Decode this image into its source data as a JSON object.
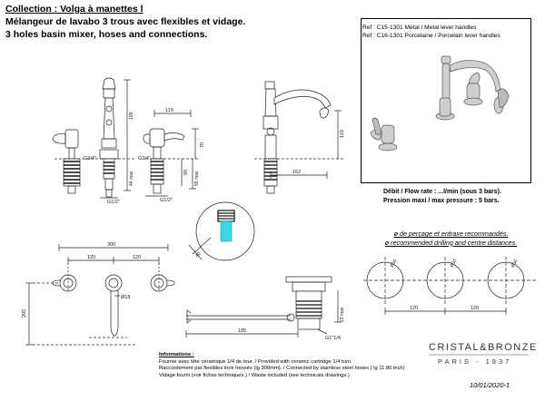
{
  "title": {
    "line1": "Collection : Volga à manettes l",
    "line2": "Mélangeur de lavabo 3 trous avec flexibles et vidage.",
    "line3": "3 holes basin mixer, hoses and connections."
  },
  "refs": {
    "ref1": "Ref : C15-1301 Métal / Metal lever handles",
    "ref2": "Ref : C16-1301 Porcelaine / Porcelain lever handles"
  },
  "flow": {
    "line1": "Débit / Flow rate : ...l/min (sous 3 bars).",
    "line2": "Pression maxi / max pressure : 5 bars."
  },
  "drilling": {
    "fr": "ø de perçage et entraxe recommandés.",
    "en": "ø recommended drilling and centre distances."
  },
  "info": {
    "heading": "Informations :",
    "line1": "Fournie avec tête céramique 1/4 de tour. / Provided with ceramic cartridge 1/4 turn.",
    "line2": "Raccordement par flexibles inox tressés (lg 300mm). / Connected by stainless steel hoses ( lg 11.80 inch)",
    "line3": "Vidage fourni (voir fiches techniques.) / Waste included (see technicals drawings.)"
  },
  "brand": {
    "name": "CRISTAL&BRONZE",
    "city": "PARIS - 1937",
    "date": "10/01/2020-1"
  },
  "dims": {
    "d199": "199",
    "d119": "119",
    "d70": "70",
    "d99": "99",
    "d44": "44 max",
    "d55": "55 max",
    "g34a": "G3/4\"",
    "g34b": "G3/4\"",
    "g12a": "G1/2\"",
    "g12b": "G1/2\"",
    "d110": "110",
    "d162": "162",
    "d300": "300",
    "d120a": "120",
    "d120b": "120",
    "d18": "Ø18",
    "d205": "205",
    "d185": "185",
    "d23": "23 max",
    "g114": "G1\"1/4",
    "d40": "40",
    "c120a": "120",
    "c120b": "120",
    "o30a": "Ø30",
    "o30b": "Ø30",
    "o30c": "Ø30"
  }
}
